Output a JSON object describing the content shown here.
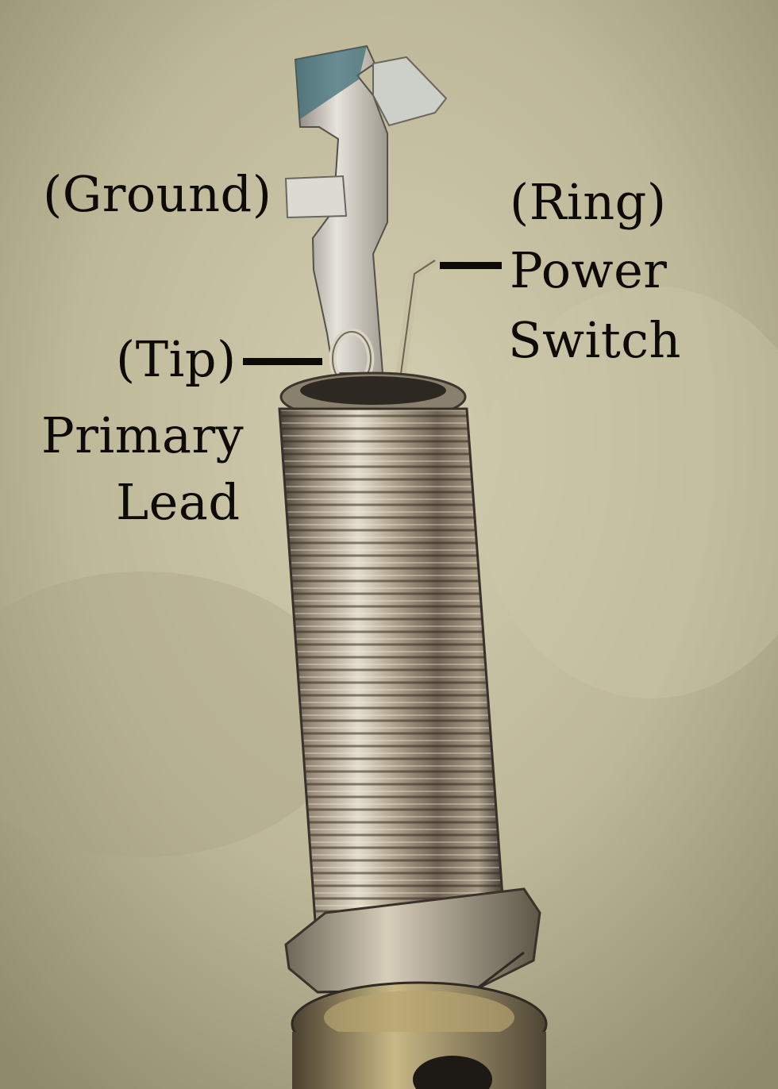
{
  "labels": {
    "ground": "(Ground)",
    "ring": "(Ring)",
    "power": "Power",
    "switch": "Switch",
    "tip": "(Tip)",
    "primary": "Primary",
    "lead": "Lead"
  }
}
